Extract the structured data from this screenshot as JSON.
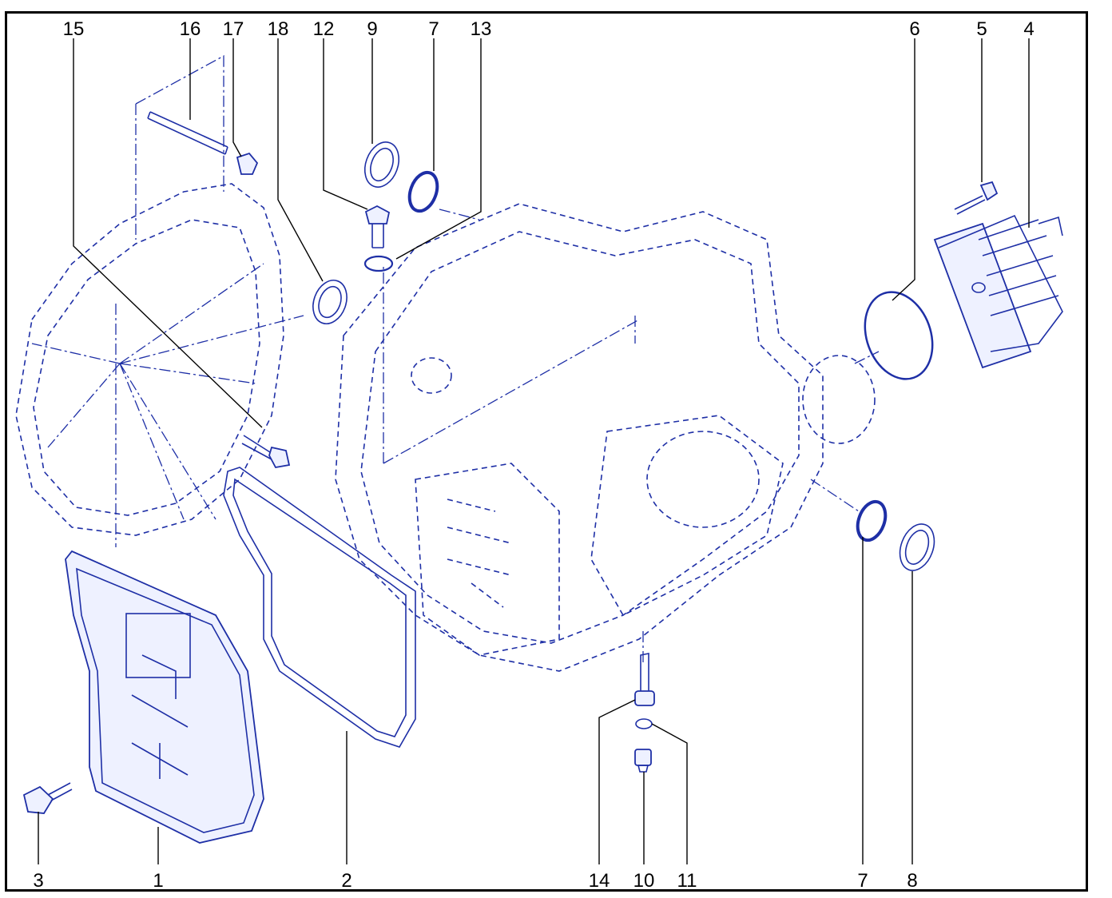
{
  "callouts": {
    "c15": "15",
    "c16": "16",
    "c17": "17",
    "c18": "18",
    "c12": "12",
    "c9": "9",
    "c7_top": "7",
    "c13": "13",
    "c6": "6",
    "c5": "5",
    "c4": "4",
    "c3": "3",
    "c1": "1",
    "c2": "2",
    "c14": "14",
    "c10": "10",
    "c11": "11",
    "c7_bottom": "7",
    "c8": "8"
  },
  "colors": {
    "line_ink": "#1e2fa6",
    "callout_text": "#000000",
    "frame": "#000000"
  }
}
